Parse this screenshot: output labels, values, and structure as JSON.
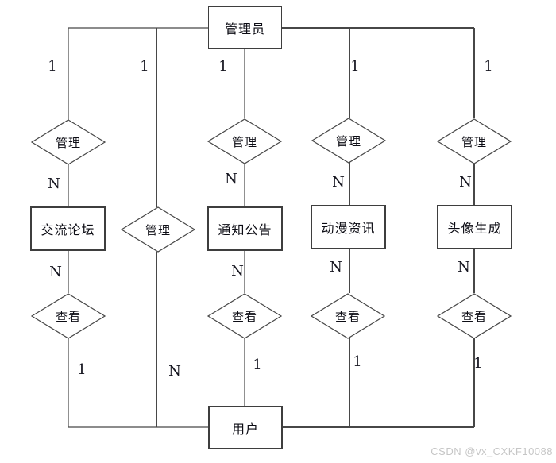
{
  "entities": {
    "admin": "管理员",
    "forum": "交流论坛",
    "notice": "通知公告",
    "anime": "动漫资讯",
    "avatar": "头像生成",
    "user": "用户"
  },
  "relations": {
    "manage": "管理",
    "view": "查看"
  },
  "cardinality": {
    "one": "1",
    "many": "N"
  },
  "connections": [
    {
      "from": "admin",
      "relation": "manage",
      "to": "forum",
      "from_card": "1",
      "to_card": "N"
    },
    {
      "from": "admin",
      "relation": "manage",
      "to": "user",
      "from_card": "1",
      "to_card": "N"
    },
    {
      "from": "admin",
      "relation": "manage",
      "to": "notice",
      "from_card": "1",
      "to_card": "N"
    },
    {
      "from": "admin",
      "relation": "manage",
      "to": "anime",
      "from_card": "1",
      "to_card": "N"
    },
    {
      "from": "admin",
      "relation": "manage",
      "to": "avatar",
      "from_card": "1",
      "to_card": "N"
    },
    {
      "from": "forum",
      "relation": "view",
      "to": "user",
      "from_card": "N",
      "to_card": "1"
    },
    {
      "from": "notice",
      "relation": "view",
      "to": "user",
      "from_card": "N",
      "to_card": "1"
    },
    {
      "from": "anime",
      "relation": "view",
      "to": "user",
      "from_card": "N",
      "to_card": "1"
    },
    {
      "from": "avatar",
      "relation": "view",
      "to": "user",
      "from_card": "N",
      "to_card": "1"
    }
  ],
  "watermark": "CSDN @vx_CXKF10088",
  "colors": {
    "background": "#ffffff",
    "line": "#474747",
    "box_border": "#3e3e3e",
    "text": "#0c0c14",
    "watermark_text": "#c6c6c6"
  }
}
